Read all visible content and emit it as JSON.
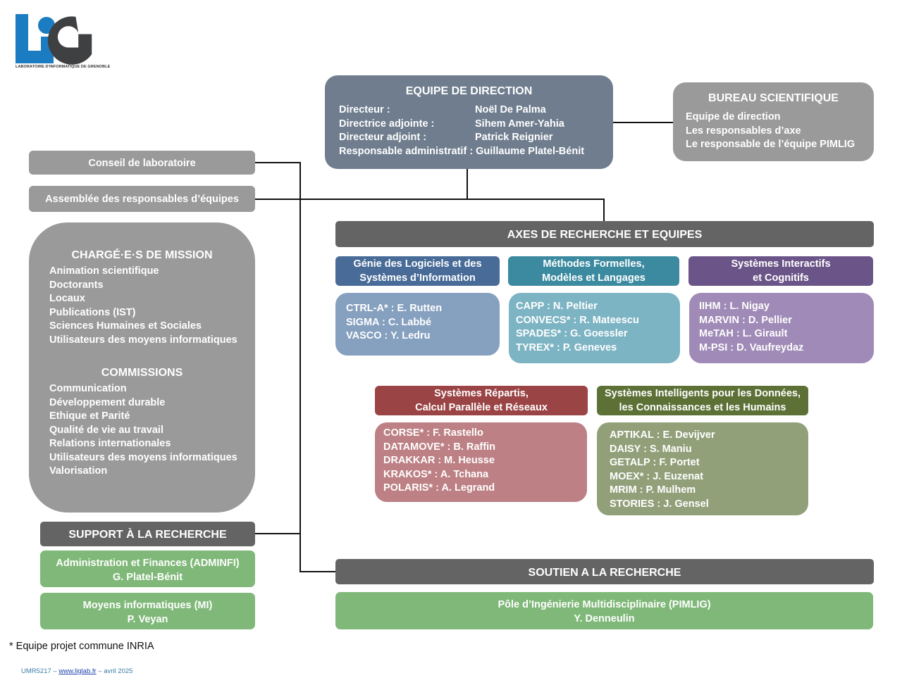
{
  "logo": {
    "letters": "LIG",
    "caption": "LABORATOIRE D'INFORMATIQUE DE GRENOBLE",
    "colors": {
      "blue": "#1b7cc1",
      "dark": "#3f4042"
    }
  },
  "direction": {
    "title": "EQUIPE DE DIRECTION",
    "rows": [
      {
        "role": "Directeur :",
        "name": "Noël De Palma"
      },
      {
        "role": "Directrice adjointe :",
        "name": "Sihem Amer-Yahia"
      },
      {
        "role": "Directeur adjoint :",
        "name": "Patrick Reignier"
      },
      {
        "role": "Responsable administratif :",
        "name": "Guillaume Platel-Bénit"
      }
    ]
  },
  "bureau": {
    "title": "BUREAU SCIENTIFIQUE",
    "items": [
      "Equipe de direction",
      "Les responsables d’axe",
      "Le responsable de l’équipe PIMLIG"
    ]
  },
  "left": {
    "conseil": "Conseil de laboratoire",
    "assemblee": "Assemblée des responsables d’équipes",
    "mission_title": "CHARGÉ·E·S DE MISSION",
    "missions": [
      "Animation scientifique",
      "Doctorants",
      "Locaux",
      "Publications (IST)",
      "Sciences Humaines et Sociales",
      "Utilisateurs des moyens informatiques"
    ],
    "commissions_title": "COMMISSIONS",
    "commissions": [
      "Communication",
      "Développement durable",
      "Ethique et Parité",
      "Qualité de vie au travail",
      "Relations internationales",
      "Utilisateurs des moyens informatiques",
      "Valorisation"
    ]
  },
  "support": {
    "title": "SUPPORT À LA RECHERCHE",
    "units": [
      {
        "name": "Administration et Finances (ADMINFI)",
        "head": "G. Platel-Bénit"
      },
      {
        "name": "Moyens informatiques (MI)",
        "head": "P. Veyan"
      }
    ]
  },
  "axes": {
    "title": "AXES DE RECHERCHE ET EQUIPES",
    "list": [
      {
        "line1": "Génie des Logiciels et des",
        "line2": "Systèmes d’Information",
        "color": "#486b98",
        "teams": [
          "CTRL-A* : E. Rutten",
          "SIGMA : C. Labbé",
          "VASCO : Y. Ledru"
        ]
      },
      {
        "line1": "Méthodes Formelles,",
        "line2": "Modèles et Langages",
        "color": "#3c8aa0",
        "teams": [
          "CAPP : N. Peltier",
          "CONVECS* : R. Mateescu",
          "SPADES* : G. Goessler",
          "TYREX* : P. Geneves"
        ]
      },
      {
        "line1": "Systèmes Interactifs",
        "line2": "et Cognitifs",
        "color": "#6b5588",
        "teams": [
          "IIHM : L. Nigay",
          "MARVIN : D. Pellier",
          "MeTAH : L. Girault",
          "M-PSI : D. Vaufreydaz"
        ]
      },
      {
        "line1": "Systèmes Répartis,",
        "line2": "Calcul Parallèle et Réseaux",
        "color": "#9b4445",
        "teams": [
          "CORSE* : F. Rastello",
          "DATAMOVE* : B. Raffin",
          "DRAKKAR : M. Heusse",
          "KRAKOS* : A. Tchana",
          "POLARIS* : A. Legrand"
        ]
      },
      {
        "line1": "Systèmes Intelligents pour les Données,",
        "line2": "les Connaissances et les Humains",
        "color": "#5d7136",
        "teams": [
          "APTIKAL : E. Devijver",
          "DAISY : S. Maniu",
          "GETALP : F. Portet",
          "MOEX* : J. Euzenat",
          "MRIM : P. Mulhem",
          "STORIES : J. Gensel"
        ]
      }
    ]
  },
  "soutien": {
    "title": "SOUTIEN A LA RECHERCHE",
    "unit": {
      "name": "Pôle d’Ingénierie Multidisciplinaire (PIMLIG)",
      "head": "Y. Denneulin"
    }
  },
  "footnote": "* Equipe projet commune INRIA",
  "footer": {
    "prefix": "UMR5217 – ",
    "link": "www.liglab.fr",
    "suffix": " – avril 2025"
  }
}
